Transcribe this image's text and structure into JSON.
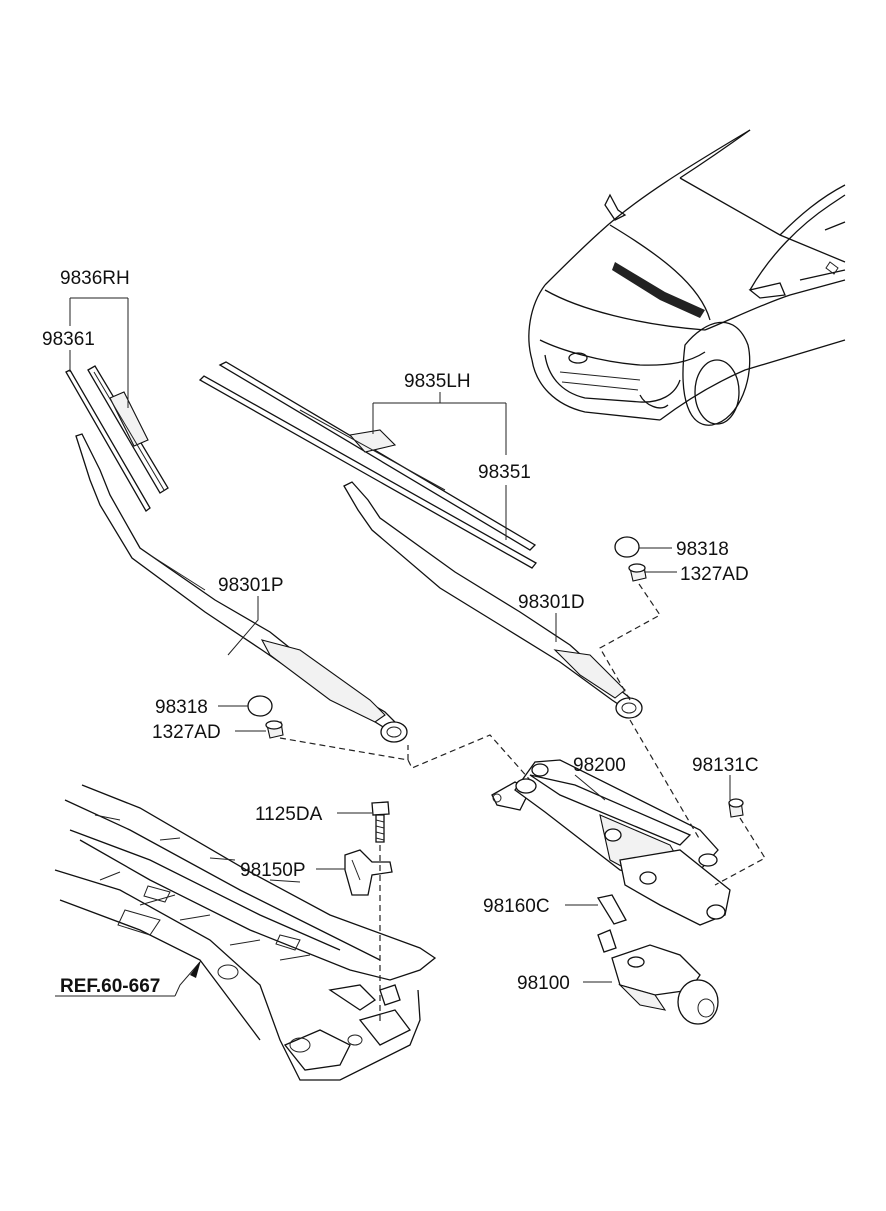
{
  "labels": {
    "p9836RH": "9836RH",
    "p98361": "98361",
    "p9835LH": "9835LH",
    "p98351": "98351",
    "p98318_right": "98318",
    "p1327AD_right": "1327AD",
    "p98301P": "98301P",
    "p98301D": "98301D",
    "p98318_left": "98318",
    "p1327AD_left": "1327AD",
    "p98200": "98200",
    "p98131C": "98131C",
    "p1125DA": "1125DA",
    "p98150P": "98150P",
    "p98160C": "98160C",
    "p98100": "98100",
    "ref": "REF.60-667"
  }
}
